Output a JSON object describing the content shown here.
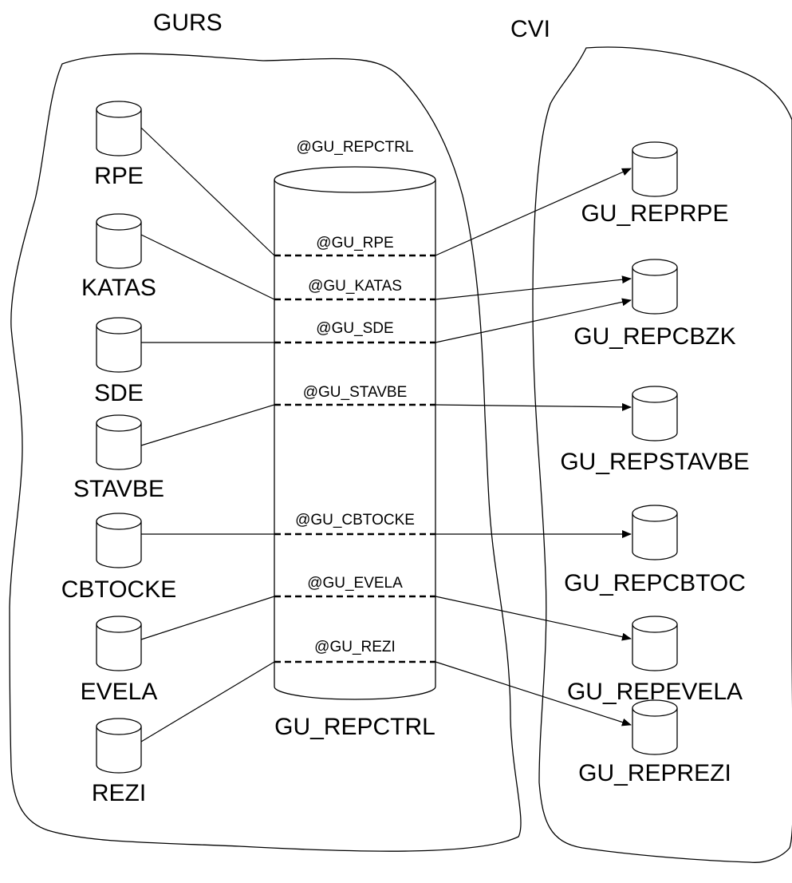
{
  "regions": {
    "left": "GURS",
    "right": "CVI"
  },
  "control_db": {
    "top_label": "@GU_REPCTRL",
    "bottom_label": "GU_REPCTRL"
  },
  "sources": [
    "RPE",
    "KATAS",
    "SDE",
    "STAVBE",
    "CBTOCKE",
    "EVELA",
    "REZI"
  ],
  "links": [
    "@GU_RPE",
    "@GU_KATAS",
    "@GU_SDE",
    "@GU_STAVBE",
    "@GU_CBTOCKE",
    "@GU_EVELA",
    "@GU_REZI"
  ],
  "targets": [
    "GU_REPRPE",
    "GU_REPCBZK",
    "GU_REPSTAVBE",
    "GU_REPCBTOC",
    "GU_REPEVELA",
    "GU_REPREZI"
  ],
  "connections": [
    {
      "source": "RPE",
      "link": "@GU_RPE",
      "target": "GU_REPRPE"
    },
    {
      "source": "KATAS",
      "link": "@GU_KATAS",
      "target": "GU_REPCBZK"
    },
    {
      "source": "SDE",
      "link": "@GU_SDE",
      "target": "GU_REPCBZK"
    },
    {
      "source": "STAVBE",
      "link": "@GU_STAVBE",
      "target": "GU_REPSTAVBE"
    },
    {
      "source": "CBTOCKE",
      "link": "@GU_CBTOCKE",
      "target": "GU_REPCBTOC"
    },
    {
      "source": "EVELA",
      "link": "@GU_EVELA",
      "target": "GU_REPEVELA"
    },
    {
      "source": "REZI",
      "link": "@GU_REZI",
      "target": "GU_REPREZI"
    }
  ],
  "colors": {
    "line": "#000000",
    "background": "#ffffff"
  }
}
